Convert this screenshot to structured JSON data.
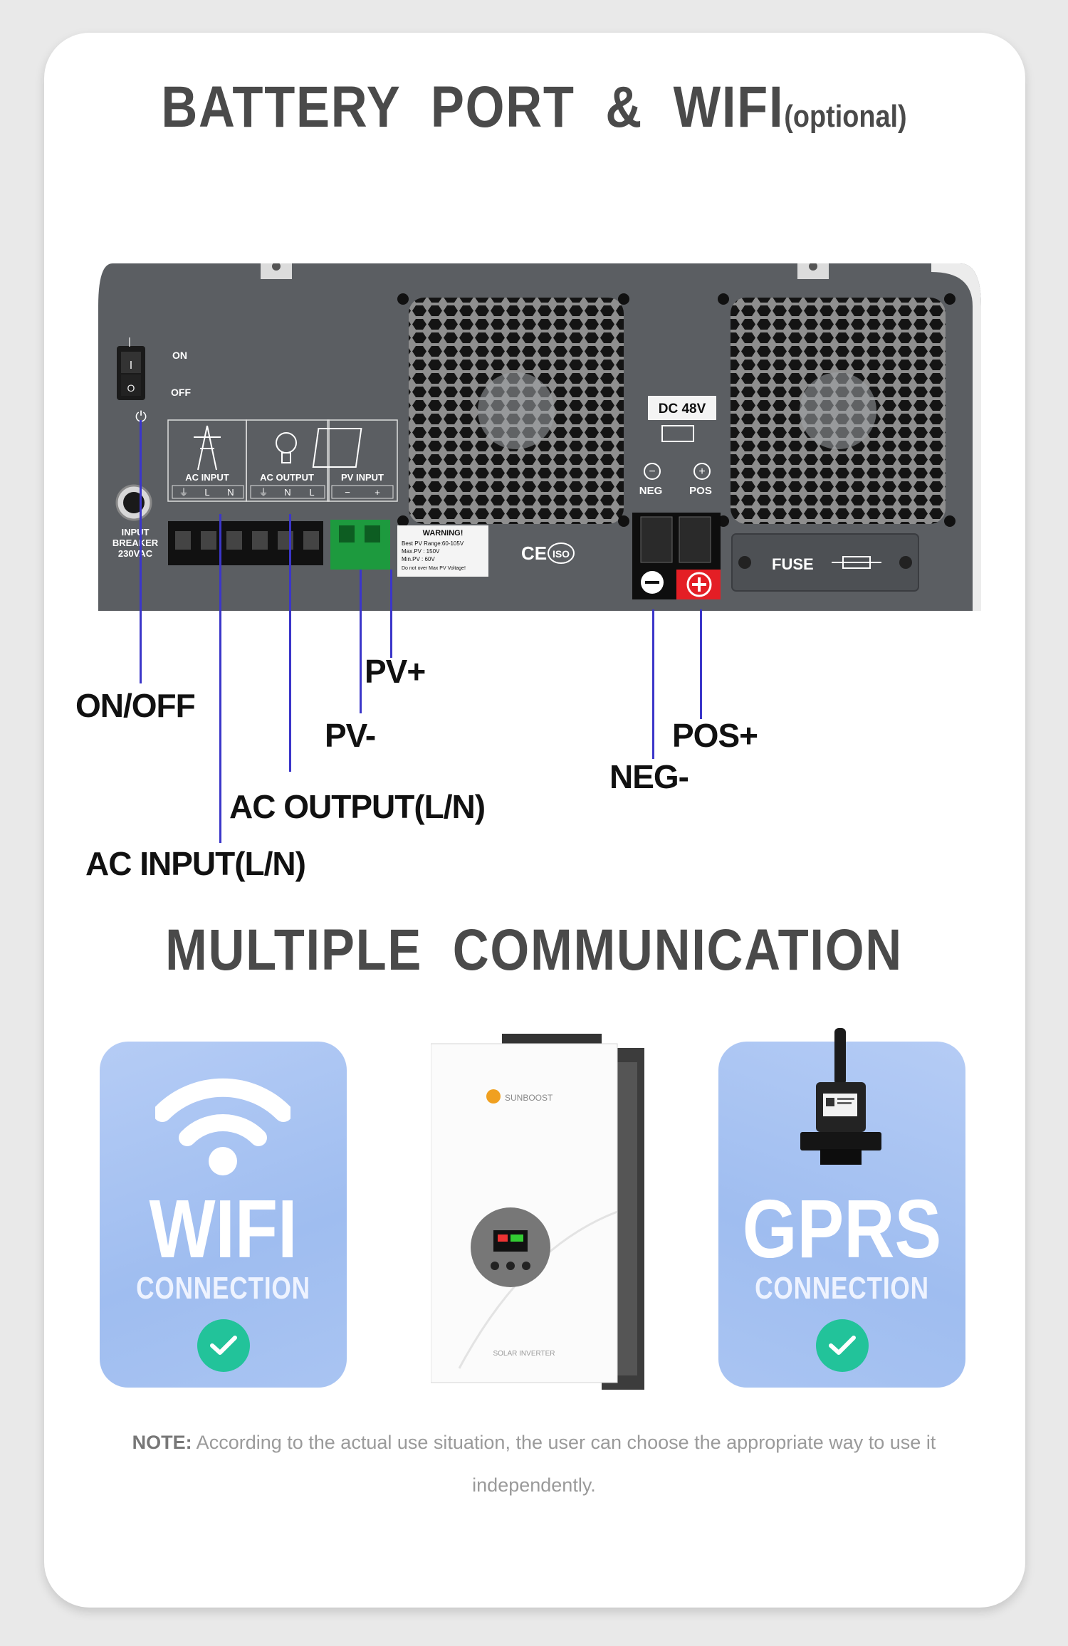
{
  "headings": {
    "battery": "BATTERY  PORT  &  WIFI",
    "battery_sub": "(optional)",
    "communication": "MULTIPLE  COMMUNICATION"
  },
  "callouts": {
    "on_off": "ON/OFF",
    "pv_plus": "PV+",
    "pv_minus": "PV-",
    "pos_plus": "POS+",
    "neg_minus": "NEG-",
    "ac_output": "AC OUTPUT(L/N)",
    "ac_input": "AC INPUT(L/N)"
  },
  "panel": {
    "switch_on": "ON",
    "switch_off": "OFF",
    "switch_i": "I",
    "switch_o": "O",
    "breaker": [
      "INPUT",
      "BREAKER",
      "230VAC"
    ],
    "ac_input": "AC INPUT",
    "ac_output": "AC OUTPUT",
    "pv_input": "PV INPUT",
    "ac_input_terms": [
      "⏚",
      "L",
      "N"
    ],
    "ac_output_terms": [
      "⏚",
      "N",
      "L"
    ],
    "pv_terms": [
      "−",
      "+"
    ],
    "warning_title": "WARNING!",
    "warning_lines": [
      "Best PV Range:60-105V",
      "Max.PV : 150V",
      "Min.PV : 60V",
      "Do not over Max PV Voltage!"
    ],
    "dc": "DC 48V",
    "neg": "NEG",
    "pos": "POS",
    "fuse": "FUSE",
    "ce": "CE",
    "iso": "ISO"
  },
  "cards": {
    "wifi_big": "WIFI",
    "wifi_conn": "CONNECTION",
    "gprs_big": "GPRS",
    "gprs_conn": "CONNECTION",
    "brand": "SUNBOOST",
    "product": "SOLAR INVERTER"
  },
  "note": {
    "label": "NOTE:",
    "text": " According to the actual use situation, the user can choose the appropriate way to use it independently."
  },
  "colors": {
    "line": "#3b36c9",
    "check": "#22c39a",
    "card_bg": "#a9c4f2",
    "pos_red": "#e41e25"
  }
}
